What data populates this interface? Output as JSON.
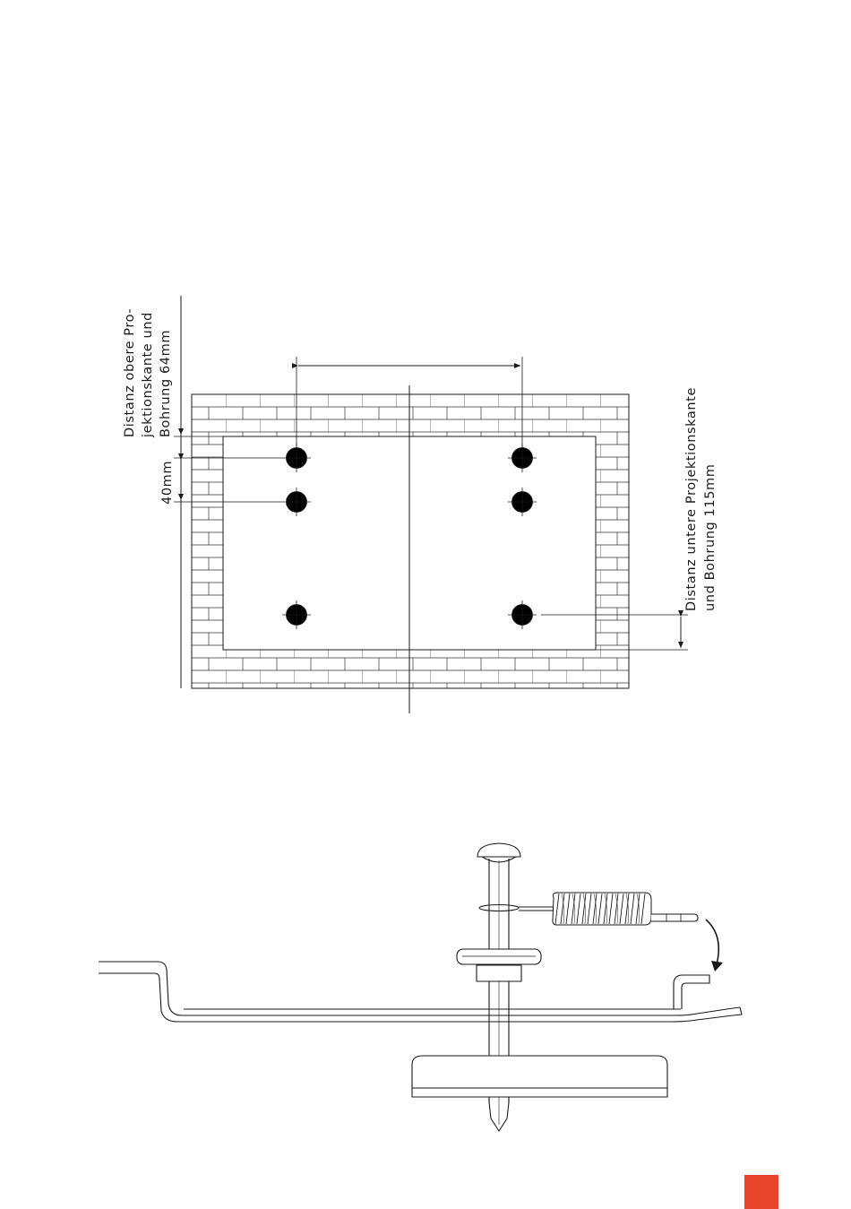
{
  "top_diagram": {
    "label_top_line1": "Distanz obere  Pro-",
    "label_top_line2": "jektionskante und",
    "label_top_line3": "Bohrung 64mm",
    "label_hole_spacing": "40mm",
    "label_bottom_line1": "Distanz untere Projektionskante",
    "label_bottom_line2": "und Bohrung 115mm"
  },
  "colors": {
    "line": "#1a1a1a",
    "hole": "#000000",
    "page_mark": "#e8442a"
  }
}
